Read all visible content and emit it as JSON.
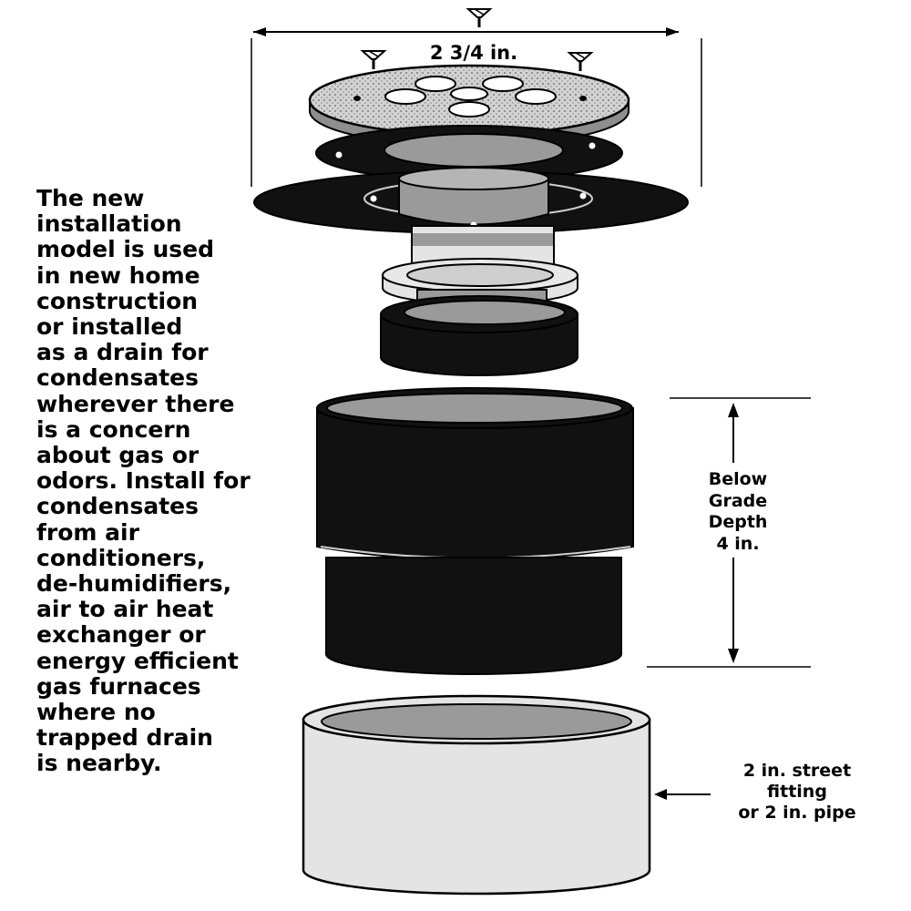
{
  "diagram": {
    "description_lines": [
      "The new",
      "installation",
      "model is used",
      "in new home",
      "construction",
      "or installed",
      "as a drain for",
      "condensates",
      "wherever there",
      "is a concern",
      "about gas or",
      "odors. Install for",
      "condensates",
      "from air",
      "conditioners,",
      "de-humidifiers,",
      "air to air heat",
      "exchanger or",
      "energy efficient",
      "gas furnaces",
      "where no",
      "trapped drain",
      "is nearby."
    ],
    "width_dimension": "2 3/4 in.",
    "depth_label_lines": [
      "Below",
      "Grade",
      "Depth",
      "4 in."
    ],
    "pipe_label_lines": [
      "2 in. street",
      "fitting",
      "or 2 in. pipe"
    ],
    "colors": {
      "ink": "#000000",
      "dark_part": "#111111",
      "mid_gray": "#9a9a9a",
      "light_gray": "#cfcfcf",
      "white": "#ffffff"
    }
  }
}
